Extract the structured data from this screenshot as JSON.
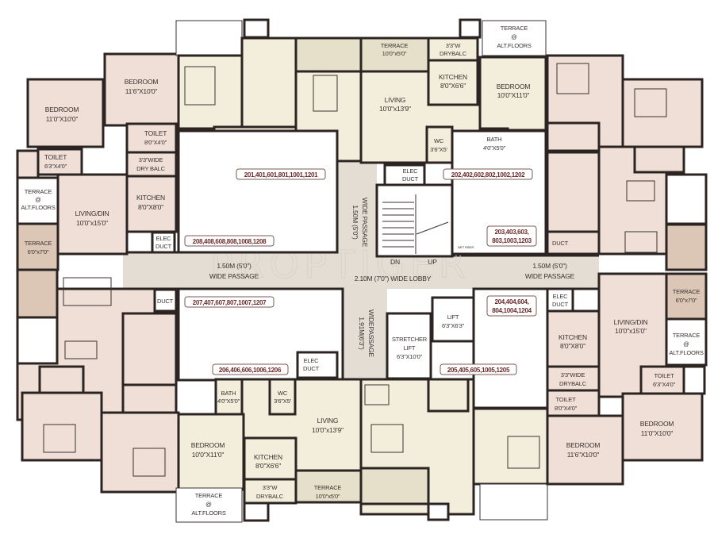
{
  "rooms": [
    {
      "lines": [
        "BEDROOM",
        "11'6\"X10'0\""
      ]
    },
    {
      "lines": [
        "BEDROOM",
        "11'0\"X10'0\""
      ]
    },
    {
      "lines": [
        "TOILET",
        "8'0\"X4'0\""
      ]
    },
    {
      "lines": [
        "TOILET",
        "6'3\"X4'0\""
      ]
    },
    {
      "lines": [
        "3'3\"WIDE",
        "DRY BALC"
      ]
    },
    {
      "lines": [
        "KITCHEN",
        "8'0\"X8'0\""
      ]
    },
    {
      "lines": [
        "LIVING/DIN",
        "10'0\"x15'0\""
      ]
    },
    {
      "lines": [
        "TERRACE",
        "@",
        "ALT.FLOORS"
      ]
    },
    {
      "lines": [
        "TERRACE",
        "6'0\"x7'0\""
      ]
    },
    {
      "lines": [
        "ELEC",
        "DUCT"
      ]
    },
    {
      "lines": [
        "TERRACE",
        "10'0\"x5'0\""
      ]
    },
    {
      "lines": [
        "3'3\"W",
        "DRYBALC"
      ]
    },
    {
      "lines": [
        "KITCHEN",
        "8'0\"X6'6\""
      ]
    },
    {
      "lines": [
        "LIVING",
        "10'0\"x13'9\""
      ]
    },
    {
      "lines": [
        "BEDROOM",
        "10'0\"X11'0\""
      ]
    },
    {
      "lines": [
        "TERRACE",
        "@",
        "ALT.FLOORS"
      ]
    },
    {
      "lines": [
        "WC",
        "3'6\"X5'"
      ]
    },
    {
      "lines": [
        "BATH",
        "4'0\"X5'0\""
      ]
    },
    {
      "lines": [
        "ELEC",
        "DUCT"
      ]
    },
    {
      "lines": [
        "DUCT"
      ]
    },
    {
      "lines": [
        "DUCT"
      ]
    },
    {
      "lines": [
        "ELEC",
        "DUCT"
      ]
    },
    {
      "lines": [
        "BATH",
        "4'0\"X5'0\""
      ]
    },
    {
      "lines": [
        "WC",
        "3'6\"X5'"
      ]
    },
    {
      "lines": [
        "LIVING",
        "10'0\"x13'9\""
      ]
    },
    {
      "lines": [
        "BEDROOM",
        "10'0\"X11'0\""
      ]
    },
    {
      "lines": [
        "KITCHEN",
        "8'0\"X6'6\""
      ]
    },
    {
      "lines": [
        "3'3\"W",
        "DRYBALC"
      ]
    },
    {
      "lines": [
        "TERRACE",
        "10'0\"x5'0\""
      ]
    },
    {
      "lines": [
        "TERRACE",
        "@",
        "ALT.FLOORS"
      ]
    },
    {
      "lines": [
        "STRETCHER",
        "LIFT",
        "6'3\"X10'0\""
      ]
    },
    {
      "lines": [
        "LIFT",
        "6'3\"X6'3\""
      ]
    },
    {
      "lines": [
        "ELEC",
        "DUCT"
      ]
    },
    {
      "lines": [
        "KITCHEN",
        "8'0\"X8'0\""
      ]
    },
    {
      "lines": [
        "LIVING/DIN",
        "10'0\"x15'0\""
      ]
    },
    {
      "lines": [
        "TERRACE",
        "6'0\"x7'0\""
      ]
    },
    {
      "lines": [
        "TERRACE",
        "@",
        "ALT.FLOORS"
      ]
    },
    {
      "lines": [
        "3'3\"WIDE",
        "DRYBALC"
      ]
    },
    {
      "lines": [
        "TOILET",
        "8'0\"X4'0\""
      ]
    },
    {
      "lines": [
        "TOILET",
        "6'3\"X4'0\""
      ]
    },
    {
      "lines": [
        "BEDROOM",
        "11'0\"X10'0\""
      ]
    },
    {
      "lines": [
        "BEDROOM",
        "11'6\"X10'0\""
      ]
    }
  ],
  "unit_tags": [
    {
      "lines": [
        "201,401,601,801,1001,1201"
      ]
    },
    {
      "lines": [
        "208,408,608,808,1008,1208"
      ]
    },
    {
      "lines": [
        "202,402,602,802,1002,1202"
      ]
    },
    {
      "lines": [
        "203,403,603,",
        "803,1003,1203"
      ]
    },
    {
      "lines": [
        "207,407,607,807,1007,1207"
      ]
    },
    {
      "lines": [
        "206,406,606,1006,1206"
      ]
    },
    {
      "lines": [
        "204,404,604,",
        "804,1004,1204"
      ]
    },
    {
      "lines": [
        "205,405,605,1005,1205"
      ]
    }
  ],
  "circulation": {
    "left_passage": [
      "1.50M (5'0\")",
      "WIDE PASSAGE"
    ],
    "lobby": "2.10M (7'0\") WIDE LOBBY",
    "right_passage": [
      "1.50M (5'0\")",
      "WIDE PASSAGE"
    ],
    "top_vertical_passage": [
      "1.50M (5'0\")",
      "WIDE PASSAGE"
    ],
    "bottom_vertical_passage": [
      "1.91M(6'3\")",
      "WIDEPASSAGE"
    ],
    "stairs": {
      "down": "DN",
      "up": "UP"
    },
    "riser": "WET RISER"
  },
  "watermark": "PROPTIGER",
  "colors": {
    "wall": "#2b2422",
    "room_pink": "#efdfd6",
    "room_cream": "#f2eedb",
    "terrace": "#dcc6b6",
    "passage": "#e3ddd3",
    "tag_text": "#6b2a2a"
  }
}
